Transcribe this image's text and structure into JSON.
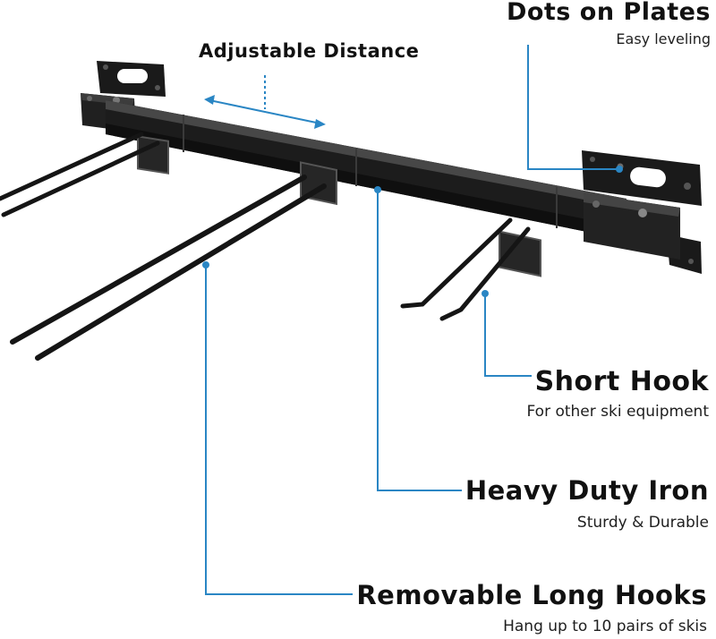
{
  "callouts": {
    "dots_on_plates": {
      "title": "Dots on Plates",
      "subtitle": "Easy leveling"
    },
    "adjustable_distance": {
      "title": "Adjustable Distance"
    },
    "short_hook": {
      "title": "Short Hook",
      "subtitle": "For other ski equipment"
    },
    "heavy_duty_iron": {
      "title": "Heavy Duty Iron",
      "subtitle": "Sturdy & Durable"
    },
    "removable_long_hooks": {
      "title": "Removable Long Hooks",
      "subtitle": "Hang up to 10 pairs of skis"
    }
  },
  "colors": {
    "leader_line": "#2a86c4",
    "metal": "#1c1c1c",
    "metal_highlight": "#4a4a4a",
    "text": "#111111"
  }
}
